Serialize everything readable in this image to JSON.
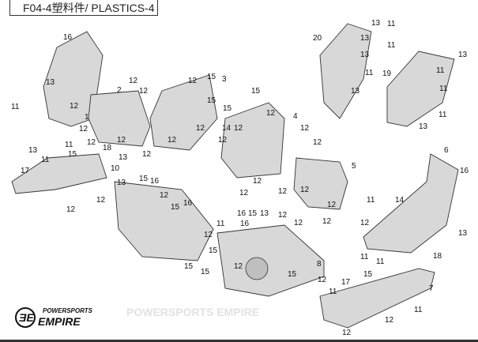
{
  "title": "F04-4塑料件/ PLASTICS-4",
  "logo": {
    "line1": "POWERSPORTS",
    "line2": "EMPIRE"
  },
  "watermark": "POWERSPORTS EMPIRE",
  "callouts": [
    "16",
    "13",
    "11",
    "12",
    "12",
    "1",
    "12",
    "11",
    "15",
    "13",
    "11",
    "17",
    "10",
    "12",
    "12",
    "12",
    "2",
    "12",
    "12",
    "18",
    "13",
    "12",
    "12",
    "15",
    "3",
    "12",
    "15",
    "15",
    "14",
    "12",
    "12",
    "15",
    "12",
    "4",
    "12",
    "12",
    "12",
    "12",
    "12",
    "12",
    "5",
    "12",
    "12",
    "12",
    "20",
    "13",
    "11",
    "13",
    "11",
    "13",
    "11",
    "13",
    "13",
    "19",
    "11",
    "11",
    "11",
    "13",
    "6",
    "16",
    "14",
    "11",
    "12",
    "13",
    "11",
    "18",
    "11",
    "15",
    "17",
    "11",
    "7",
    "11",
    "12",
    "12",
    "13",
    "15",
    "16",
    "12",
    "15",
    "16",
    "12",
    "15",
    "11",
    "15",
    "15",
    "16",
    "15",
    "13",
    "16",
    "12",
    "12",
    "12",
    "8",
    "15",
    "12"
  ]
}
